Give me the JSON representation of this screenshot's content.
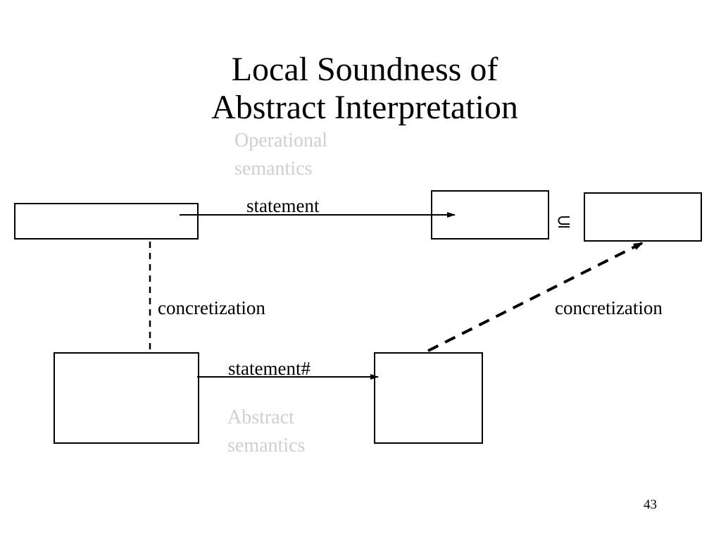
{
  "slide": {
    "title_line1": "Local Soundness of",
    "title_line2": "Abstract Interpretation",
    "page_number": "43"
  },
  "labels": {
    "operational_line1": "Operational",
    "operational_line2": "semantics",
    "statement": "statement",
    "subset_symbol": "⊆",
    "concretization_left": "concretization",
    "concretization_right": "concretization",
    "statement_abstract": "statement#",
    "abstract_line1": "Abstract",
    "abstract_line2": "semantics"
  },
  "colors": {
    "text": "#000000",
    "faint_text": "#cfcfcf",
    "background": "#ffffff"
  }
}
